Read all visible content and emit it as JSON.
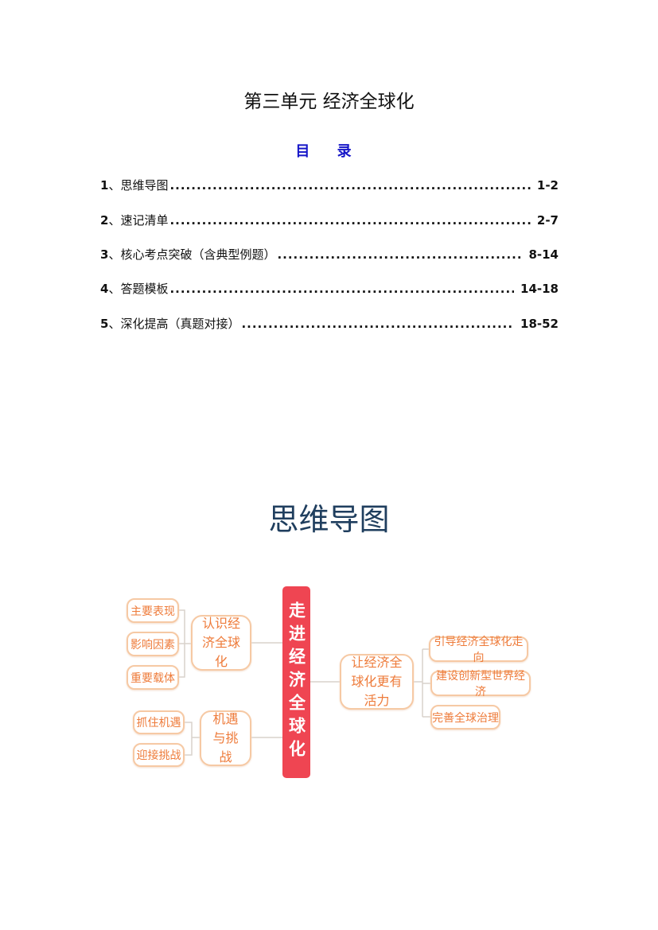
{
  "title": "第三单元 经济全球化",
  "toc": {
    "heading": "目 录",
    "items": [
      {
        "num": "1",
        "label": "、思维导图",
        "pages": "1-2"
      },
      {
        "num": "2",
        "label": "、速记清单",
        "pages": "2-7"
      },
      {
        "num": "3",
        "label": "、核心考点突破（含典型例题）",
        "pages": "8-14"
      },
      {
        "num": "4",
        "label": "、答题模板",
        "pages": "14-18"
      },
      {
        "num": "5",
        "label": "、深化提高（真题对接）",
        "pages": "18-52"
      }
    ]
  },
  "mindmap": {
    "heading": "思维导图",
    "root": "走进经济全球化",
    "branches": [
      {
        "label": "认识经济全球化",
        "children": [
          "主要表现",
          "影响因素",
          "重要载体"
        ]
      },
      {
        "label": "机遇与挑战",
        "children": [
          "抓住机遇",
          "迎接挑战"
        ]
      },
      {
        "label": "让经济全球化更有活力",
        "children": [
          "引导经济全球化走向",
          "建设创新型世界经济",
          "完善全球治理"
        ]
      }
    ]
  }
}
